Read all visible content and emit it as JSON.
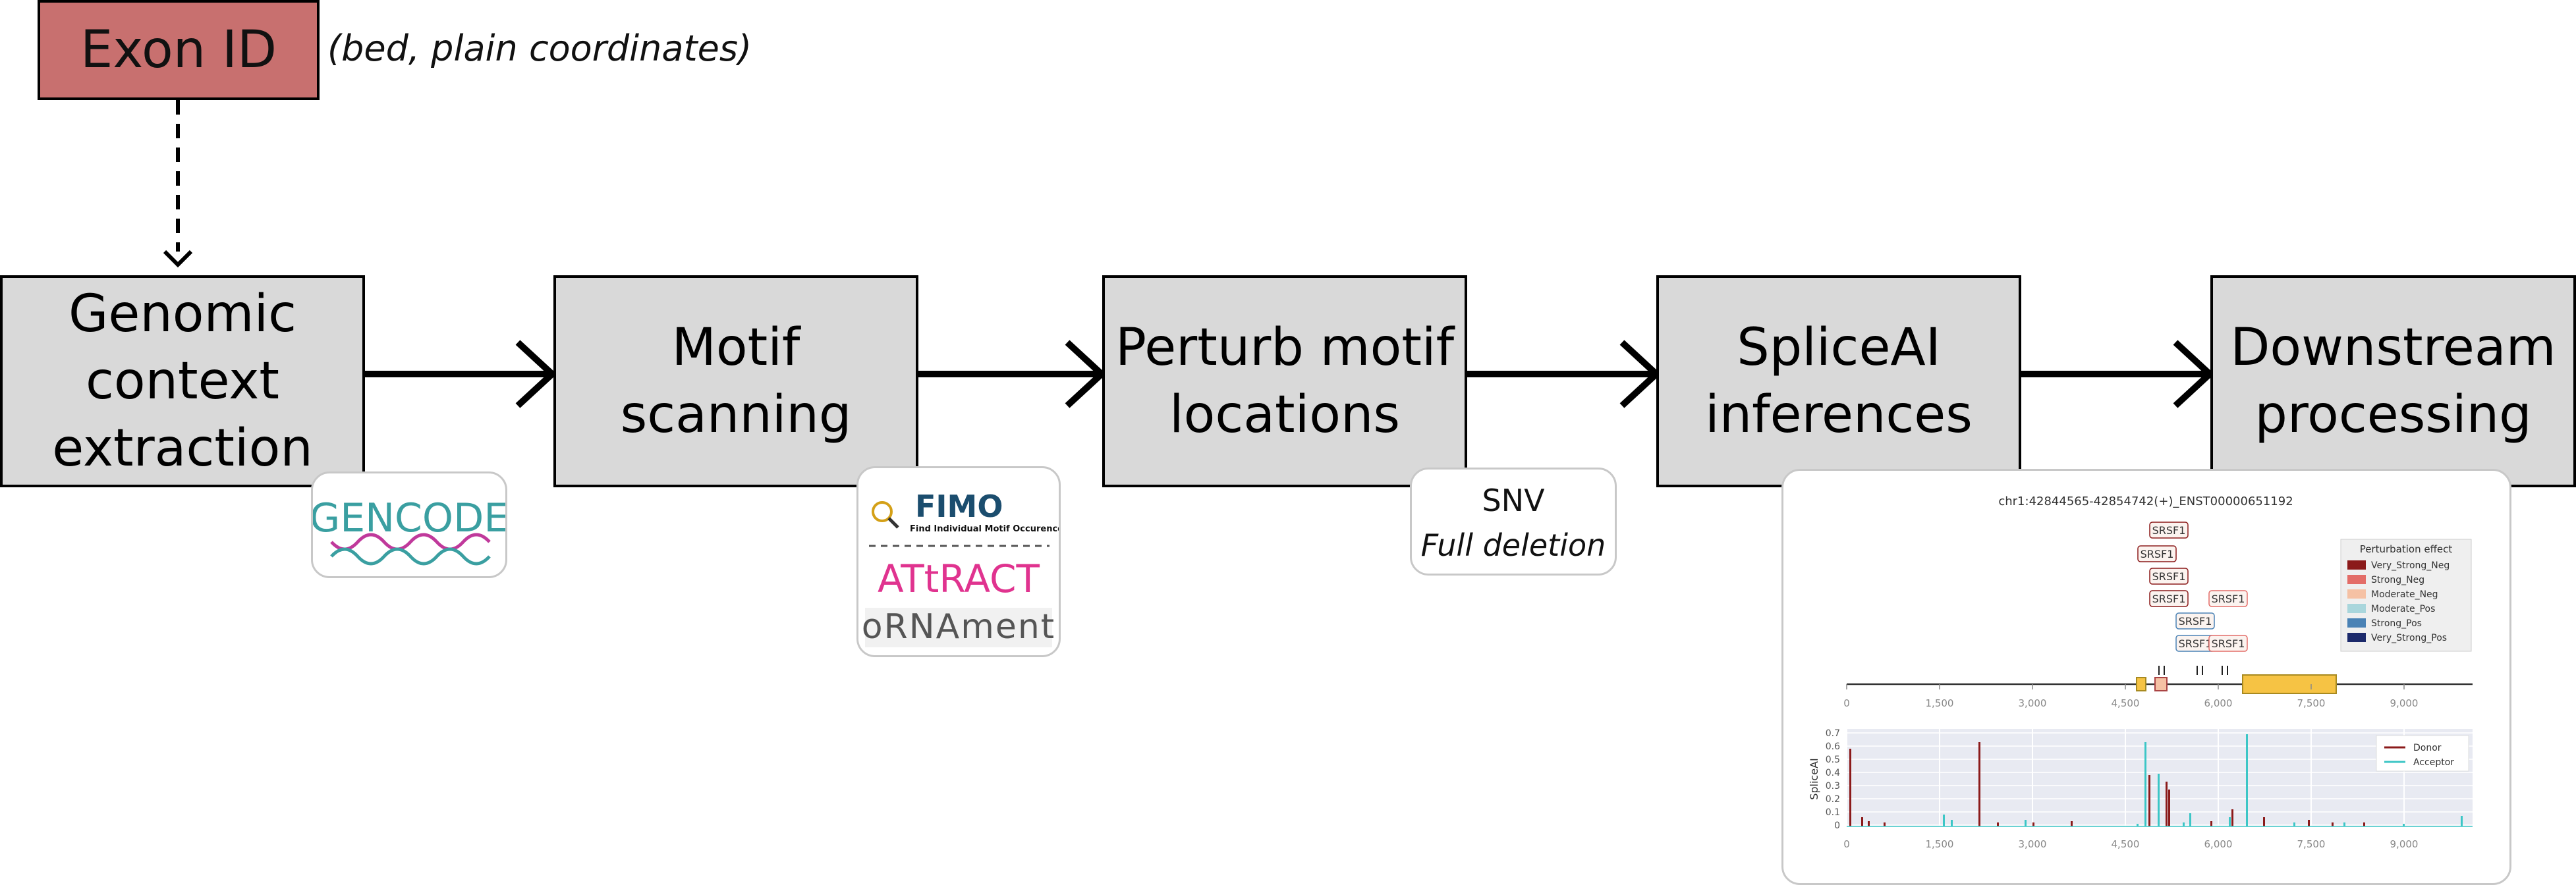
{
  "exon": {
    "label": "Exon ID",
    "note": "(bed, plain coordinates)"
  },
  "steps": [
    {
      "label": "Genomic\ncontext\nextraction"
    },
    {
      "label": "Motif\nscanning"
    },
    {
      "label": "Perturb motif\nlocations"
    },
    {
      "label": "SpliceAI\ninferences"
    },
    {
      "label": "Downstream\nprocessing"
    }
  ],
  "tools": {
    "gencode": "GENCODE",
    "fimo": "FIMO",
    "fimo_sub": "Find Individual Motif Occurences",
    "attract": "ATtRACT",
    "ornament": "oRNAment"
  },
  "perturb": {
    "snv": "SNV",
    "deletion": "Full deletion"
  },
  "plot": {
    "title": "chr1:42844565-42854742(+)_ENST00000651192",
    "motif_label": "SRSF1",
    "legend_title": "Perturbation effect",
    "legend_items": [
      {
        "label": "Very_Strong_Neg",
        "color": "#8b1a1a"
      },
      {
        "label": "Strong_Neg",
        "color": "#e36d68"
      },
      {
        "label": "Moderate_Neg",
        "color": "#f5c1a4"
      },
      {
        "label": "Moderate_Pos",
        "color": "#a9d6dc"
      },
      {
        "label": "Strong_Pos",
        "color": "#4a82b5"
      },
      {
        "label": "Very_Strong_Pos",
        "color": "#1c2a6b"
      }
    ],
    "x_ticks": [
      "0",
      "1,500",
      "3,000",
      "4,500",
      "6,000",
      "7,500",
      "9,000"
    ],
    "y_ticks": [
      "0.7",
      "0.6",
      "0.5",
      "0.4",
      "0.3",
      "0.2",
      "0.1",
      "0"
    ],
    "ylabel": "SpliceAI",
    "series_legend": [
      {
        "label": "Donor",
        "color": "#8b1a1a"
      },
      {
        "label": "Acceptor",
        "color": "#3cc6c6"
      }
    ]
  }
}
